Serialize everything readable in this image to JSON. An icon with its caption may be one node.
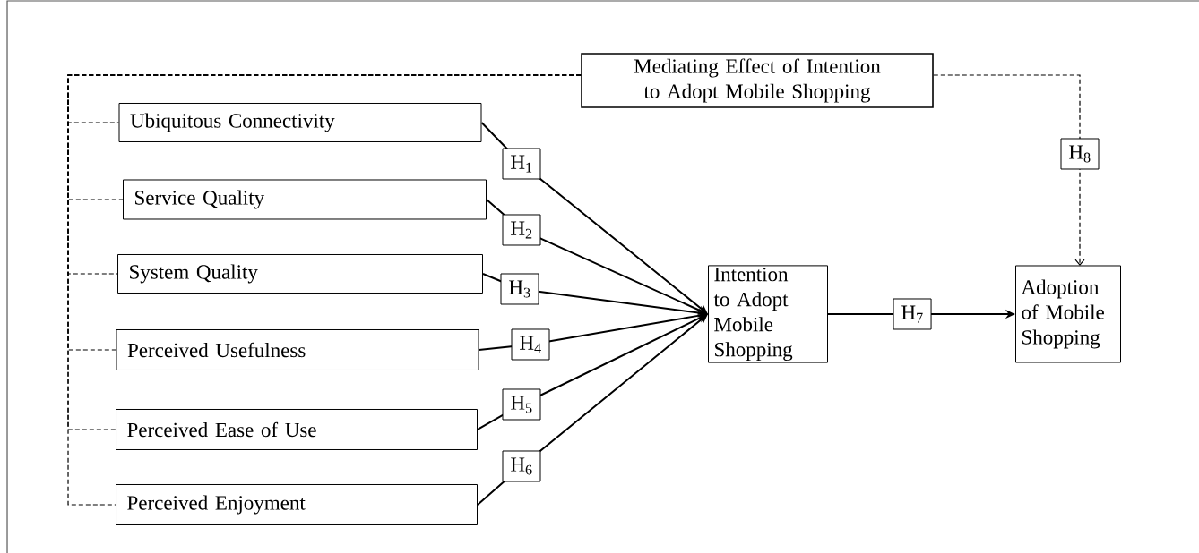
{
  "diagram": {
    "nodes": [
      {
        "text": [
          "Mediating Effect of Intention to Adopt Mobile Shopping"
        ]
      },
      {
        "text": [
          "Ubiquitous Connectivity"
        ]
      },
      {
        "text": [
          "Service Quality"
        ]
      },
      {
        "text": [
          "System Quality"
        ]
      },
      {
        "text": [
          "Perceived Usefulness"
        ]
      },
      {
        "text": [
          "Perceived Ease of Use"
        ]
      },
      {
        "text": [
          "Perceived Enjoyment"
        ]
      },
      {
        "text": [
          "Intention to Adopt Mobile Shopping"
        ]
      },
      {
        "text": [
          "Adoption of Mobile Shopping"
        ]
      }
    ],
    "edges": [
      {
        "from": 0,
        "to": 1,
        "arrow": "none",
        "style": "dashed"
      },
      {
        "from": 0,
        "to": 2,
        "arrow": "none",
        "style": "dashed"
      },
      {
        "from": 0,
        "to": 3,
        "arrow": "none",
        "style": "dashed"
      },
      {
        "from": 0,
        "to": 4,
        "arrow": "none",
        "style": "dashed"
      },
      {
        "from": 0,
        "to": 5,
        "arrow": "none",
        "style": "dashed"
      },
      {
        "from": 0,
        "to": 6,
        "arrow": "none",
        "style": "dashed"
      },
      {
        "from": 1,
        "to": 7,
        "arrow": "to",
        "label": "H$_{1}$"
      },
      {
        "from": 2,
        "to": 7,
        "arrow": "to",
        "label": "H$_{2}$"
      },
      {
        "from": 3,
        "to": 7,
        "arrow": "to",
        "label": "H$_{3}$"
      },
      {
        "from": 4,
        "to": 7,
        "arrow": "to",
        "label": "H$_{4}$"
      },
      {
        "from": 5,
        "to": 7,
        "arrow": "to",
        "label": "H$_{5}$"
      },
      {
        "from": 6,
        "to": 7,
        "arrow": "to",
        "label": "H$_{6}$"
      },
      {
        "from": 7,
        "to": 8,
        "arrow": "to",
        "label": "H$_{7}$"
      },
      {
        "from": 0,
        "to": 8,
        "arrow": "to",
        "label": "H$_{8}$",
        "style": "dashed"
      }
    ]
  }
}
